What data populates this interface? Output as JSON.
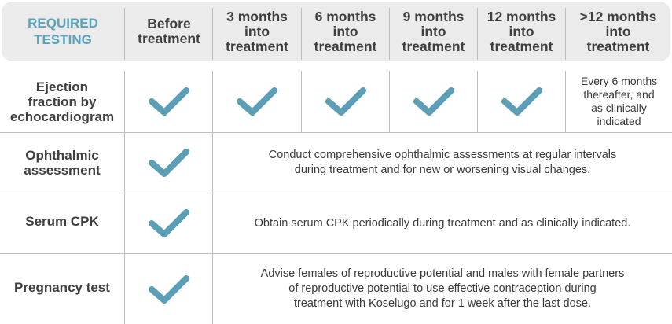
{
  "header": {
    "col0": "REQUIRED\nTESTING",
    "col1": "Before\ntreatment",
    "col2": "3 months\ninto\ntreatment",
    "col3": "6 months\ninto\ntreatment",
    "col4": "9 months\ninto\ntreatment",
    "col5": "12 months\ninto\ntreatment",
    "col6": ">12 months\ninto\ntreatment"
  },
  "rows": {
    "ejection": {
      "label": "Ejection\nfraction by\nechocardiogram",
      "after_12_months": "Every 6 months\nthereafter, and\nas clinically\nindicated"
    },
    "ophthalmic": {
      "label": "Ophthalmic\nassessment",
      "note": "Conduct comprehensive ophthalmic assessments at regular intervals\nduring treatment and for new or worsening visual changes."
    },
    "serum": {
      "label": "Serum CPK",
      "note": "Obtain serum CPK periodically during treatment and as clinically indicated."
    },
    "pregnancy": {
      "label": "Pregnancy test",
      "note": "Advise females of reproductive potential and males with female partners\nof reproductive potential to use effective contraception during\ntreatment with Koselugo and for 1 week after the last dose."
    }
  },
  "colors": {
    "accent_teal": "#5aa3bb",
    "check": "#5a9fb5",
    "header_bg": "#ecebeb",
    "grid": "#bdbdbd"
  },
  "icons": {
    "check": "checkmark-icon"
  }
}
